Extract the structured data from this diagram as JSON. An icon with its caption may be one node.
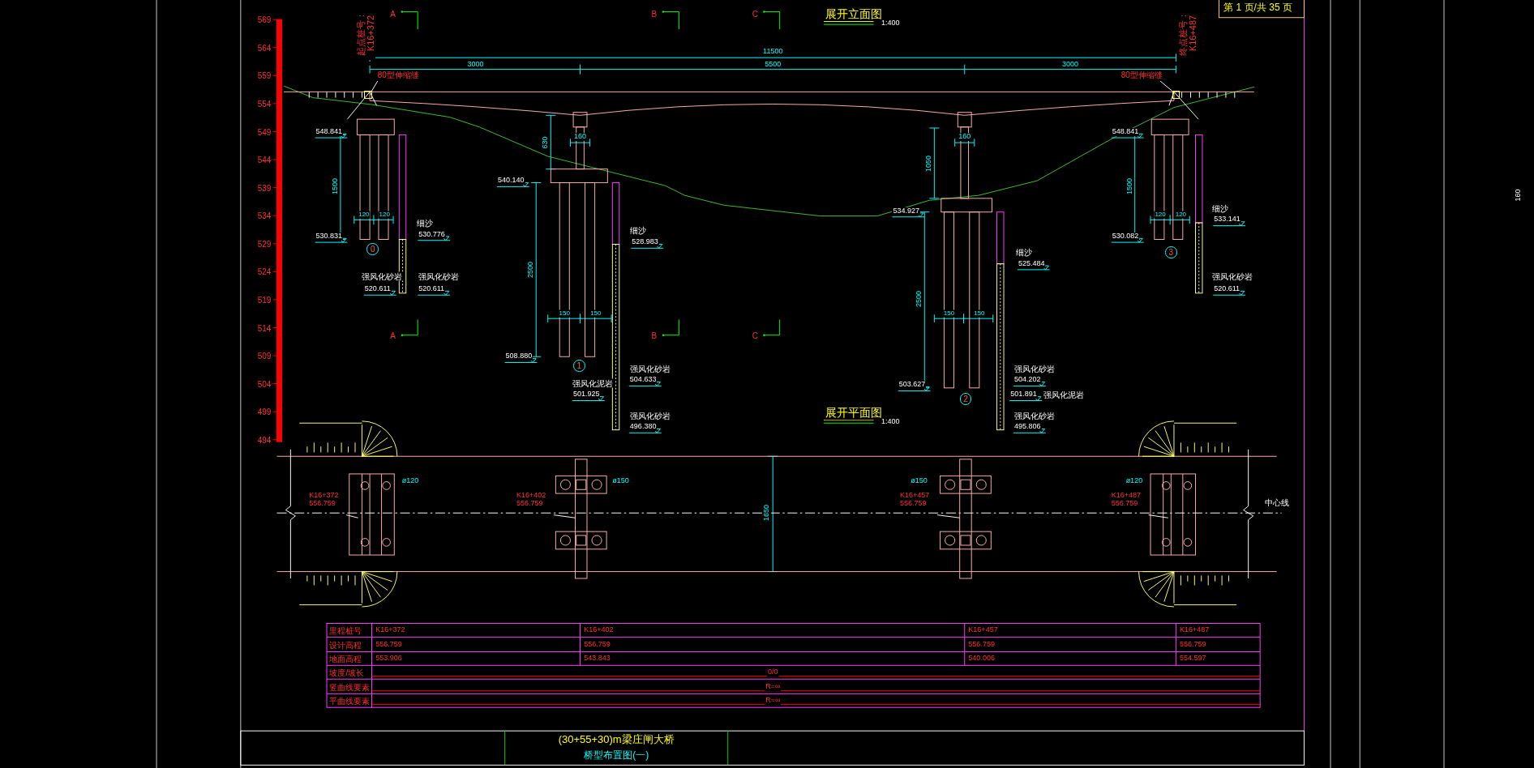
{
  "diagram": {
    "nodes": [
      {
        "text": [
          "80型伸缩缝"
        ]
      },
      {
        "text": [
          "80型伸缩缝"
        ]
      },
      {
        "text": [
          "K16+372",
          "556.759"
        ]
      },
      {
        "text": [
          "K16+402",
          "556.759"
        ]
      },
      {
        "text": [
          "K16+457",
          "556.759"
        ]
      },
      {
        "text": [
          "K16+487",
          "556.759"
        ]
      },
      {
        "text": [
          "0"
        ]
      },
      {
        "text": [
          "1"
        ]
      },
      {
        "text": [
          "2"
        ]
      },
      {
        "text": [
          "3"
        ]
      },
      {
        "text": [],
        "shape": "box"
      },
      {
        "text": [],
        "shape": "box"
      }
    ],
    "edges": [
      {
        "from": 0,
        "to": 10,
        "arrow": "none"
      },
      {
        "from": 1,
        "to": 11,
        "arrow": "none"
      },
      {
        "from": 2,
        "to": null,
        "arrow": "none"
      },
      {
        "from": 3,
        "to": null,
        "arrow": "none"
      },
      {
        "from": 4,
        "to": null,
        "arrow": "none"
      },
      {
        "from": 5,
        "to": null,
        "arrow": "none"
      }
    ],
    "labels": [
      "第 1 页/共 35 页",
      "展开立面图",
      "1:400",
      "A",
      "B",
      "C",
      "569",
      "564",
      "559",
      "554",
      "549",
      "544",
      "539",
      "534",
      "529",
      "524",
      "519",
      "514",
      "509",
      "504",
      "499",
      "494",
      "起点桩号：K16+372",
      "终点桩号：K16+487",
      "11500",
      "3000",
      "5500",
      "3000",
      "548.841",
      "1500",
      "120",
      "120",
      "530.831",
      "细沙",
      "530.776",
      "强风化砂岩",
      "520.611",
      "强风化砂岩",
      "520.611",
      "630",
      "160",
      "540.140",
      "2500",
      "150",
      "150",
      "508.880",
      "细沙",
      "528.983",
      "强风化砂岩",
      "504.633",
      "强风化泥岩",
      "501.925",
      "强风化砂岩",
      "496.380",
      "1050",
      "160",
      "534.927",
      "2500",
      "150",
      "150",
      "503.627",
      "细沙",
      "525.484",
      "强风化砂岩",
      "504.202",
      "501.891",
      "强风化泥岩",
      "强风化砂岩",
      "495.806",
      "548.841",
      "1500",
      "120",
      "120",
      "530.082",
      "细沙",
      "533.141",
      "强风化砂岩",
      "520.611",
      "A",
      "B",
      "C",
      "展开平面图",
      "1:400",
      "ø120",
      "ø150",
      "ø150",
      "ø120",
      "1650",
      "中心线",
      "里程桩号",
      "K16+372",
      "K16+402",
      "K16+457",
      "K16+487",
      "设计高程",
      "556.759",
      "556.759",
      "556.759",
      "556.759",
      "地面高程",
      "553.906",
      "543.843",
      "540.006",
      "554.597",
      "坡度/坡长",
      "0/0",
      "竖曲线要素",
      "R=∞",
      "平曲线要素",
      "R=∞",
      "(30+55+30)m梁庄闸大桥",
      "桥型布置图(一)",
      "160"
    ]
  }
}
